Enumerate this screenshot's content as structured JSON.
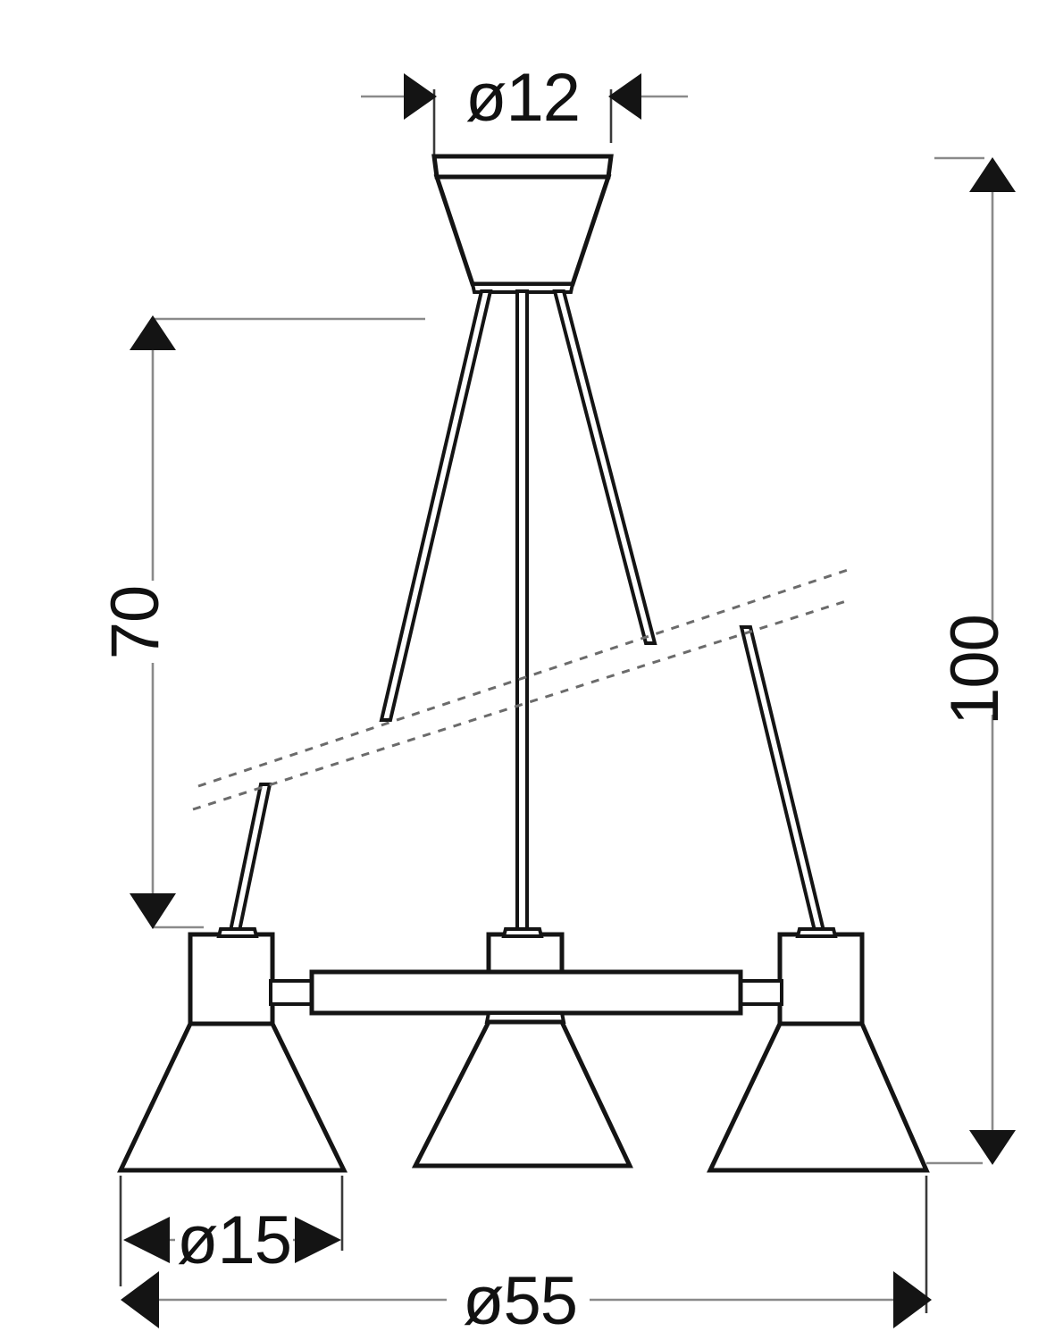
{
  "drawing": {
    "title": "3-light pendant chandelier dimension drawing",
    "units": "cm",
    "background_color": "#ffffff",
    "line_color": "#141414",
    "dimension_color": "#8a8a8a",
    "break_line_color": "#6b6b6b"
  },
  "dimensions": {
    "canopy_diameter": {
      "label": "ø12",
      "value": 12,
      "orientation": "horizontal",
      "position": "top"
    },
    "drop_height": {
      "label": "70",
      "value": 70,
      "orientation": "vertical",
      "position": "left"
    },
    "total_height": {
      "label": "100",
      "value": 100,
      "orientation": "vertical",
      "position": "right"
    },
    "shade_diameter": {
      "label": "ø15",
      "value": 15,
      "orientation": "horizontal",
      "position": "bottom-left"
    },
    "overall_diameter": {
      "label": "ø55",
      "value": 55,
      "orientation": "horizontal",
      "position": "bottom"
    }
  },
  "components": {
    "canopy": "ceiling-canopy",
    "rods": [
      "left-suspension-rod",
      "center-suspension-rod",
      "right-suspension-rod"
    ],
    "crossbar": "horizontal-crossbar",
    "sockets": [
      "left-socket",
      "center-socket",
      "right-socket"
    ],
    "shades": [
      "left-cone-shade",
      "center-cone-shade",
      "right-cone-shade"
    ],
    "break_indicator": "break-line-pair"
  }
}
